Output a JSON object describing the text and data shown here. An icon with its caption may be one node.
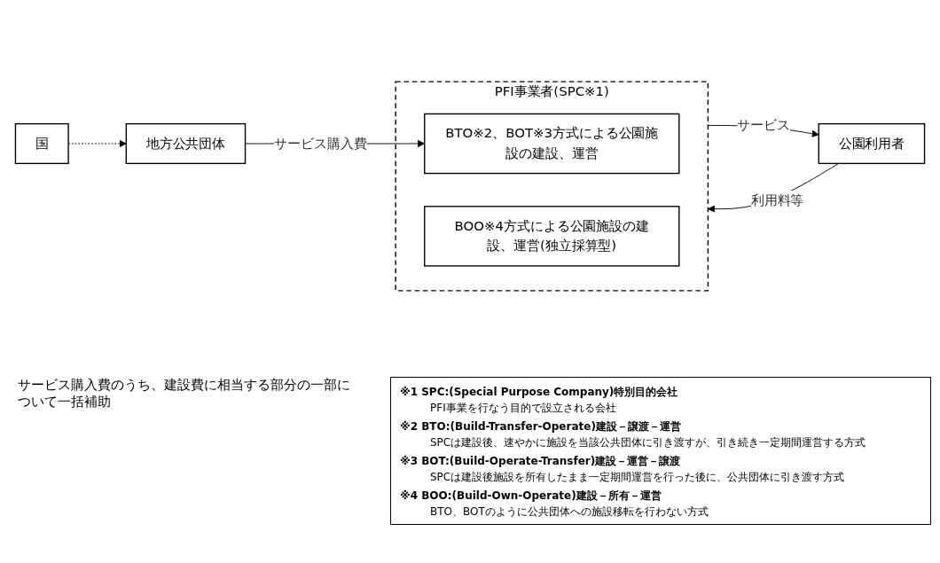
{
  "diagram": {
    "nodes": [
      {
        "text": [
          "地方公共団体"
        ]
      },
      {
        "text": [
          "PFI事業者(SPC※1)"
        ]
      },
      {
        "text": [
          "BTO※2、BOT※3方式による公園施設の建設、運営"
        ],
        "in": 1
      },
      {
        "text": [
          "BOO※4方式による公園施設の建設、運営(独立採算型)"
        ],
        "in": 1
      },
      {
        "text": [
          "公園利用者"
        ]
      },
      {
        "text": [
          "国"
        ]
      }
    ],
    "edges": [
      {
        "from": 0,
        "to": 2,
        "arrow": "to",
        "label": "サービス購入費"
      },
      {
        "from": 1,
        "to": 4,
        "arrow": "to",
        "label": "サービス"
      },
      {
        "from": 4,
        "to": 1,
        "arrow": "to",
        "label": "利用料等"
      },
      {
        "from": 5,
        "to": 0,
        "arrow": "to",
        "style": "dashed"
      }
    ],
    "labels": [
      "サービス購入費のうち、建設費に相当する部分の一部について一括補助",
      "※1 SPC:(Special Purpose Company)特別目的会社",
      "PFI事業を行なう目的で設立される会社",
      "※2 BTO:(Build-Transfer-Operate)建設－譲渡－運営",
      "SPCは建設後、速やかに施設を当該公共団体に引き渡すが、引き続き一定期間運営する方式",
      "※3 BOT:(Build-Operate-Transfer)建設－運営－譲渡",
      "SPCは建設後施設を所有したまま一定期間運営を行った後に、公共団体に引き渡す方式",
      "※4 BOO:(Build-Own-Operate)建設－所有－運営",
      "BTO、BOTのように公共団体への施設移転を行わない方式"
    ]
  }
}
